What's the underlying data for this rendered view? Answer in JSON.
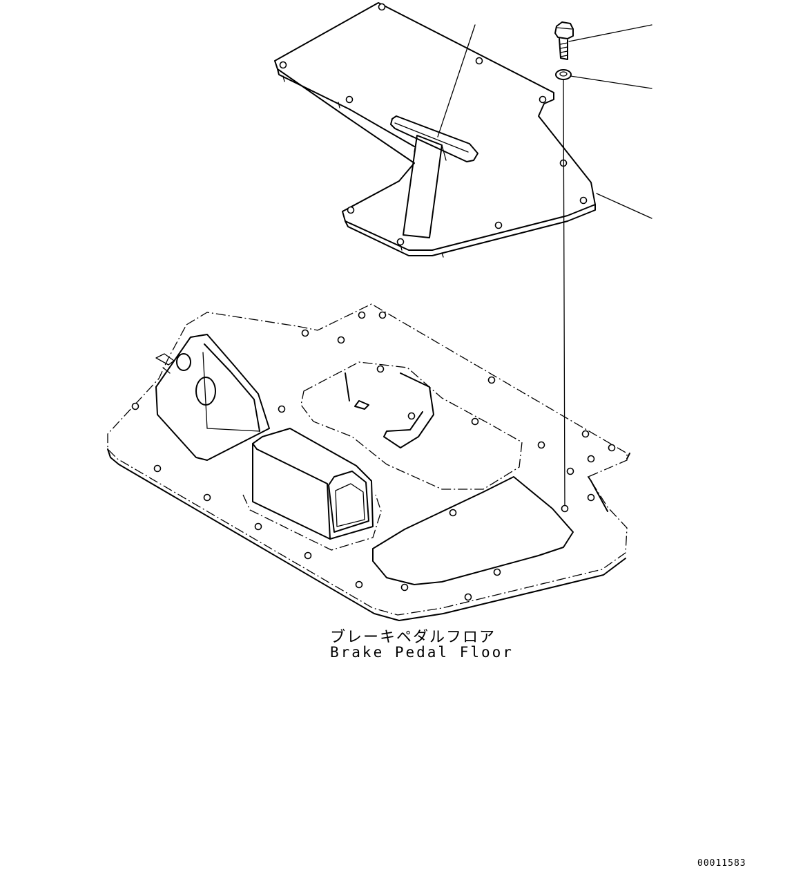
{
  "part": {
    "name_jp": "ブレーキペダルフロア",
    "name_en": "Brake Pedal Floor"
  },
  "drawing_number": "00011583",
  "icons": {
    "cover_plate": "cover-plate-icon",
    "bolt": "bolt-icon",
    "washer": "washer-icon",
    "floor": "floor-plate-icon"
  }
}
